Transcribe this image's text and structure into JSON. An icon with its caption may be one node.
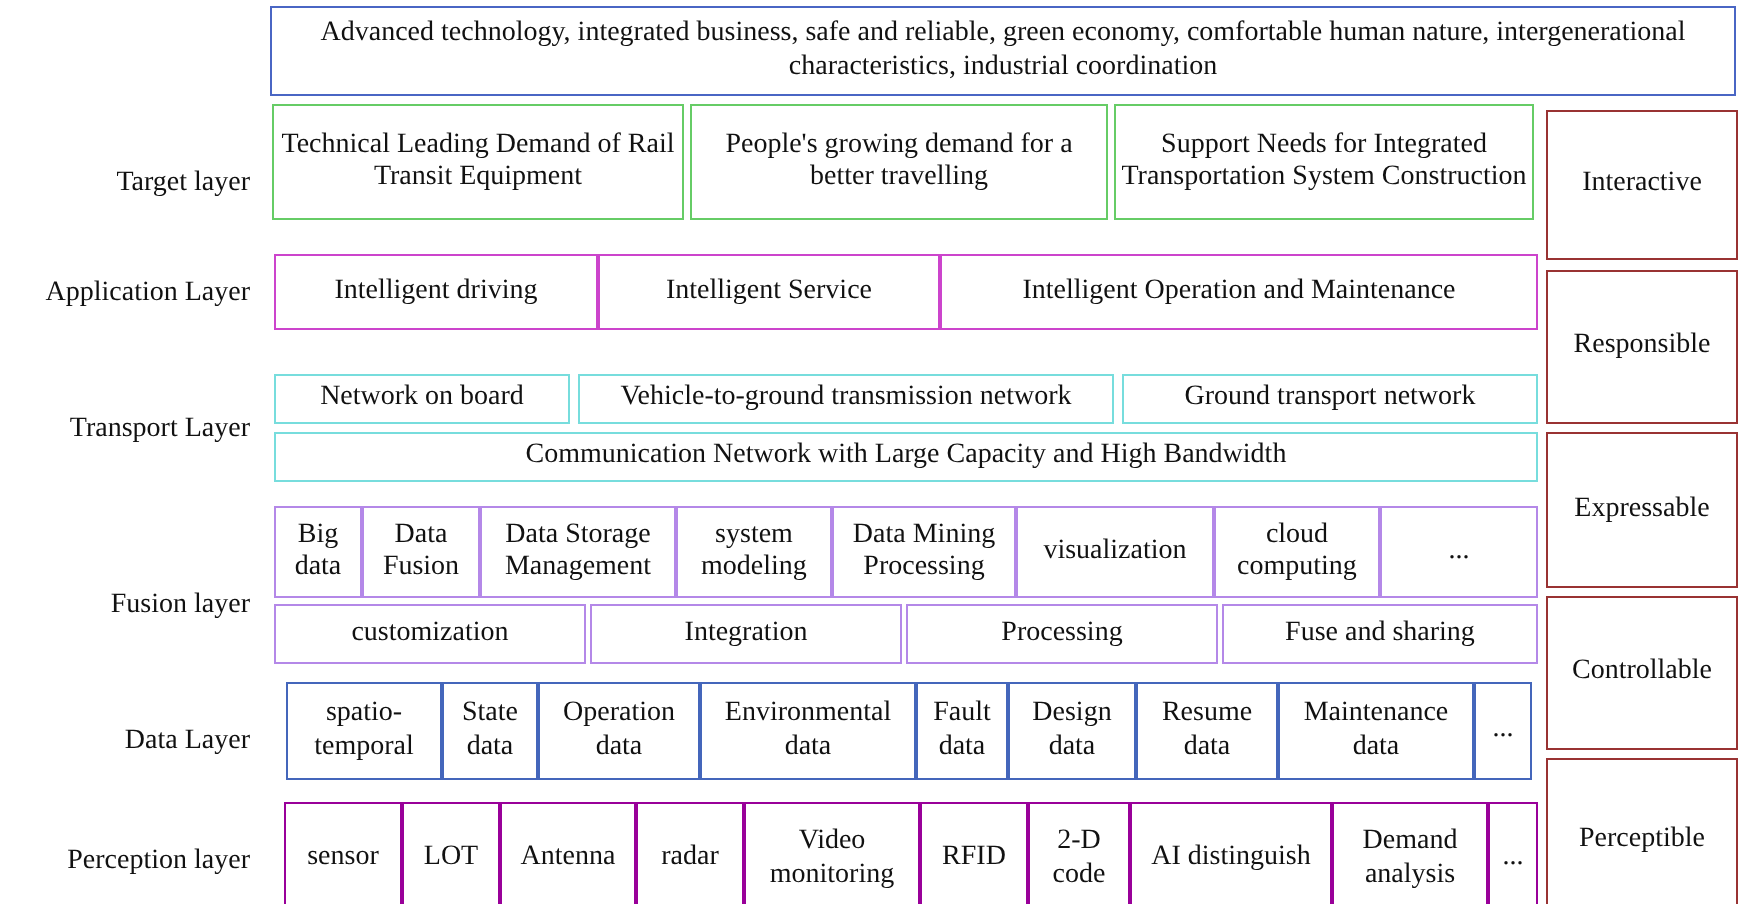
{
  "diagram": {
    "nodes": [
      {
        "text": [
          "Advanced technology, integrated business, safe and reliable, green economy, comfortable human nature, intergenerational characteristics, industrial coordination"
        ]
      },
      {
        "text": [
          "Technical Leading Demand of Rail Transit Equipment"
        ]
      },
      {
        "text": [
          "People's growing demand for a better travelling"
        ]
      },
      {
        "text": [
          "Support Needs for Integrated Transportation System Construction"
        ]
      },
      {
        "text": [
          "Intelligent driving"
        ]
      },
      {
        "text": [
          "Intelligent Service"
        ]
      },
      {
        "text": [
          "Intelligent Operation and Maintenance"
        ]
      },
      {
        "text": [
          "Network on board"
        ]
      },
      {
        "text": [
          "Vehicle-to-ground transmission network"
        ]
      },
      {
        "text": [
          "Ground transport network"
        ]
      },
      {
        "text": [
          "Communication Network with Large Capacity and High Bandwidth"
        ]
      },
      {
        "text": [
          "Big data"
        ]
      },
      {
        "text": [
          "Data Fusion"
        ]
      },
      {
        "text": [
          "Data Storage Management"
        ]
      },
      {
        "text": [
          "system modeling"
        ]
      },
      {
        "text": [
          "Data Mining Processing"
        ]
      },
      {
        "text": [
          "visualization"
        ]
      },
      {
        "text": [
          "cloud computing"
        ]
      },
      {
        "text": [
          "..."
        ]
      },
      {
        "text": [
          "customization"
        ]
      },
      {
        "text": [
          "Integration"
        ]
      },
      {
        "text": [
          "Processing"
        ]
      },
      {
        "text": [
          "Fuse and sharing"
        ]
      },
      {
        "text": [
          "spatio-temporal"
        ]
      },
      {
        "text": [
          "State data"
        ]
      },
      {
        "text": [
          "Operation data"
        ]
      },
      {
        "text": [
          "Environmental data"
        ]
      },
      {
        "text": [
          "Fault data"
        ]
      },
      {
        "text": [
          "Design data"
        ]
      },
      {
        "text": [
          "Resume data"
        ]
      },
      {
        "text": [
          "Maintenance data"
        ]
      },
      {
        "text": [
          "..."
        ]
      },
      {
        "text": [
          "sensor"
        ]
      },
      {
        "text": [
          "LOT"
        ]
      },
      {
        "text": [
          "Antenna"
        ]
      },
      {
        "text": [
          "radar"
        ]
      },
      {
        "text": [
          "Video monitoring"
        ]
      },
      {
        "text": [
          "RFID"
        ]
      },
      {
        "text": [
          "2-D code"
        ]
      },
      {
        "text": [
          "AI distinguish"
        ]
      },
      {
        "text": [
          "Demand analysis"
        ]
      },
      {
        "text": [
          "..."
        ]
      },
      {
        "text": [
          "Interactive"
        ]
      },
      {
        "text": [
          "Responsible"
        ]
      },
      {
        "text": [
          "Expressable"
        ]
      },
      {
        "text": [
          "Controllable"
        ]
      },
      {
        "text": [
          "Perceptible"
        ]
      }
    ],
    "labels": [
      "Target layer",
      "Application Layer",
      "Transport Layer",
      "Fusion layer",
      "Data Layer",
      "Perception layer"
    ]
  }
}
